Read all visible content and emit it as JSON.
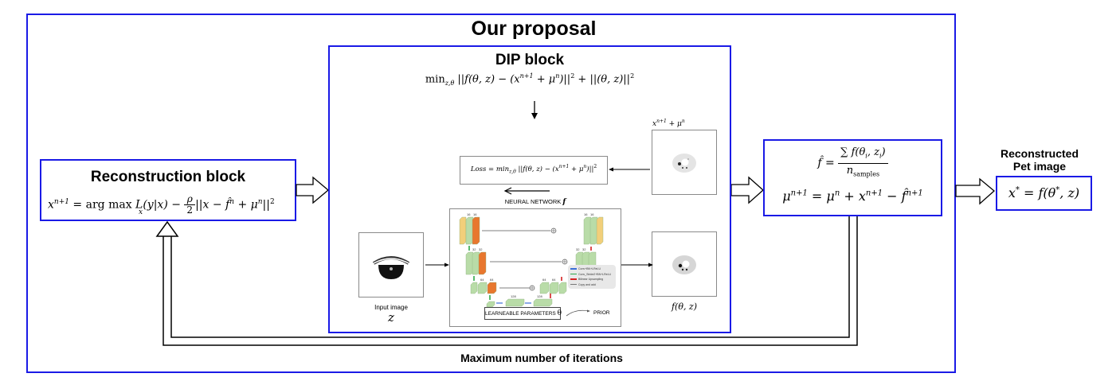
{
  "proposal": {
    "title": "Our proposal"
  },
  "reconstruction_block": {
    "title": "Reconstruction block",
    "formula_lhs": "x",
    "formula_lhs_sup": "n+1",
    "formula_eq": " = arg max ",
    "formula_argsub": "x",
    "formula_likelihood": "L(y|x) − ",
    "formula_frac_num": "ρ",
    "formula_frac_den": "2",
    "formula_norm": "||x − f̂",
    "formula_norm_sup": "n",
    "formula_norm2": " + μ",
    "formula_norm2_sup": "n",
    "formula_norm3": "||",
    "formula_norm3_sup": "2"
  },
  "dip_block": {
    "title": "DIP block",
    "objective": "min",
    "objective_sub": "z,θ",
    "objective_body1": " ||f(θ, z) − (x",
    "objective_sup1": "n+1",
    "objective_body2": " + μ",
    "objective_sup2": "n",
    "objective_body3": ")||",
    "objective_sup3": "2",
    "objective_body4": " + ||(θ, z)||",
    "objective_sup4": "2",
    "loss_label": "Loss = min",
    "loss_sub": "z,θ",
    "loss_body1": " ||f(θ, z) − (x",
    "loss_sup1": "n+1",
    "loss_body2": " + μ",
    "loss_sup2": "n",
    "loss_body3": ")||",
    "loss_sup3": "2",
    "target_image_label": "x",
    "target_image_sup1": "n+1",
    "target_image_label2": " + μ",
    "target_image_sup2": "n",
    "output_image_label": "f(θ, z)",
    "input_image_label": "Input image",
    "input_image_var": "z",
    "network": {
      "title": "NEURAL NETWORK",
      "title_var": "f",
      "encoder_channels": [
        "16",
        "16",
        "32",
        "32",
        "64",
        "64"
      ],
      "bottleneck_channels": [
        "128",
        "128"
      ],
      "decoder_channels": [
        "64",
        "64",
        "32",
        "32",
        "16",
        "16"
      ],
      "legend": [
        {
          "label": "Conv+BN+LReLU",
          "color": "#3b6fd8"
        },
        {
          "label": "Conv_Stride2+BN+LReLU",
          "color": "#2ca84a"
        },
        {
          "label": "Bilinear Upsampling",
          "color": "#d42020"
        },
        {
          "label": "Copy and add",
          "color": "#777777"
        }
      ],
      "params_label": "LEARNEABLE PARAMETERS",
      "params_symbol": "θ",
      "prior_label": "PRIOR"
    }
  },
  "admm_block": {
    "fhat_lhs": "f̂ = ",
    "fhat_num": "∑ f(θ",
    "fhat_num_sub1": "i",
    "fhat_num2": ", z",
    "fhat_num_sub2": "i",
    "fhat_num3": ")",
    "fhat_den": "n",
    "fhat_den_sub": "samples",
    "mu_lhs": "μ",
    "mu_lhs_sup": "n+1",
    "mu_eq": " = μ",
    "mu_sup1": "n",
    "mu_plus": " + x",
    "mu_sup2": "n+1",
    "mu_minus": " − f̂",
    "mu_sup3": "n+1"
  },
  "output": {
    "title_line1": "Reconstructed",
    "title_line2": "Pet image",
    "formula": "x",
    "formula_sup": "*",
    "formula_rest": " = f(θ",
    "formula_sup2": "*",
    "formula_rest2": ", z)"
  },
  "loop": {
    "label": "Maximum number of iterations"
  },
  "colors": {
    "block_border": "#1a1ae6",
    "green": "#b9dca8",
    "orange": "#e8772e",
    "yellow": "#f2cf7a"
  }
}
